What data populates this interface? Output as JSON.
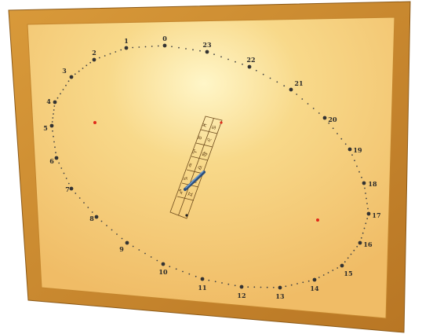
{
  "dial": {
    "hour_labels": [
      "1",
      "0",
      "23",
      "2",
      "22",
      "3",
      "21",
      "4",
      "5",
      "20",
      "6",
      "19",
      "7",
      "18",
      "8",
      "17",
      "9",
      "16",
      "10",
      "15",
      "11",
      "12",
      "13",
      "14"
    ],
    "zodiac_glyphs": [
      "♓",
      "♋",
      "♉",
      "♌",
      "♈",
      "♍",
      "♒",
      "♎",
      "♑",
      "♏",
      "♐",
      "♊"
    ]
  },
  "colors": {
    "frame": "#c98a2c",
    "frame_shadow": "#9d6418",
    "face": "#f6c66a",
    "face_highlight": "#fff3b8",
    "marks": "#3a3a3a",
    "focus": "#e02a1a",
    "gnomon": "#3f74b0"
  }
}
